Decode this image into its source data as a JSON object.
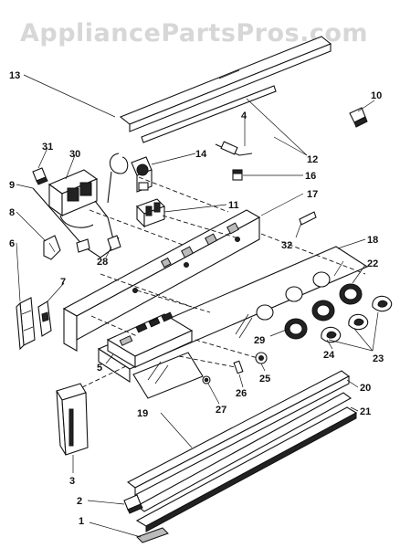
{
  "watermark": "AppliancePartsPros.com",
  "callouts": {
    "c1": "1",
    "c2": "2",
    "c3": "3",
    "c4": "4",
    "c5": "5",
    "c6": "6",
    "c7": "7",
    "c8": "8",
    "c9": "9",
    "c10": "10",
    "c11": "11",
    "c12": "12",
    "c13": "13",
    "c14": "14",
    "c16": "16",
    "c17": "17",
    "c18": "18",
    "c19": "19",
    "c20": "20",
    "c21": "21",
    "c22": "22",
    "c23": "23",
    "c24": "24",
    "c25": "25",
    "c26": "26",
    "c27": "27",
    "c28": "28",
    "c29": "29",
    "c30": "30",
    "c31": "31",
    "c32": "32"
  }
}
